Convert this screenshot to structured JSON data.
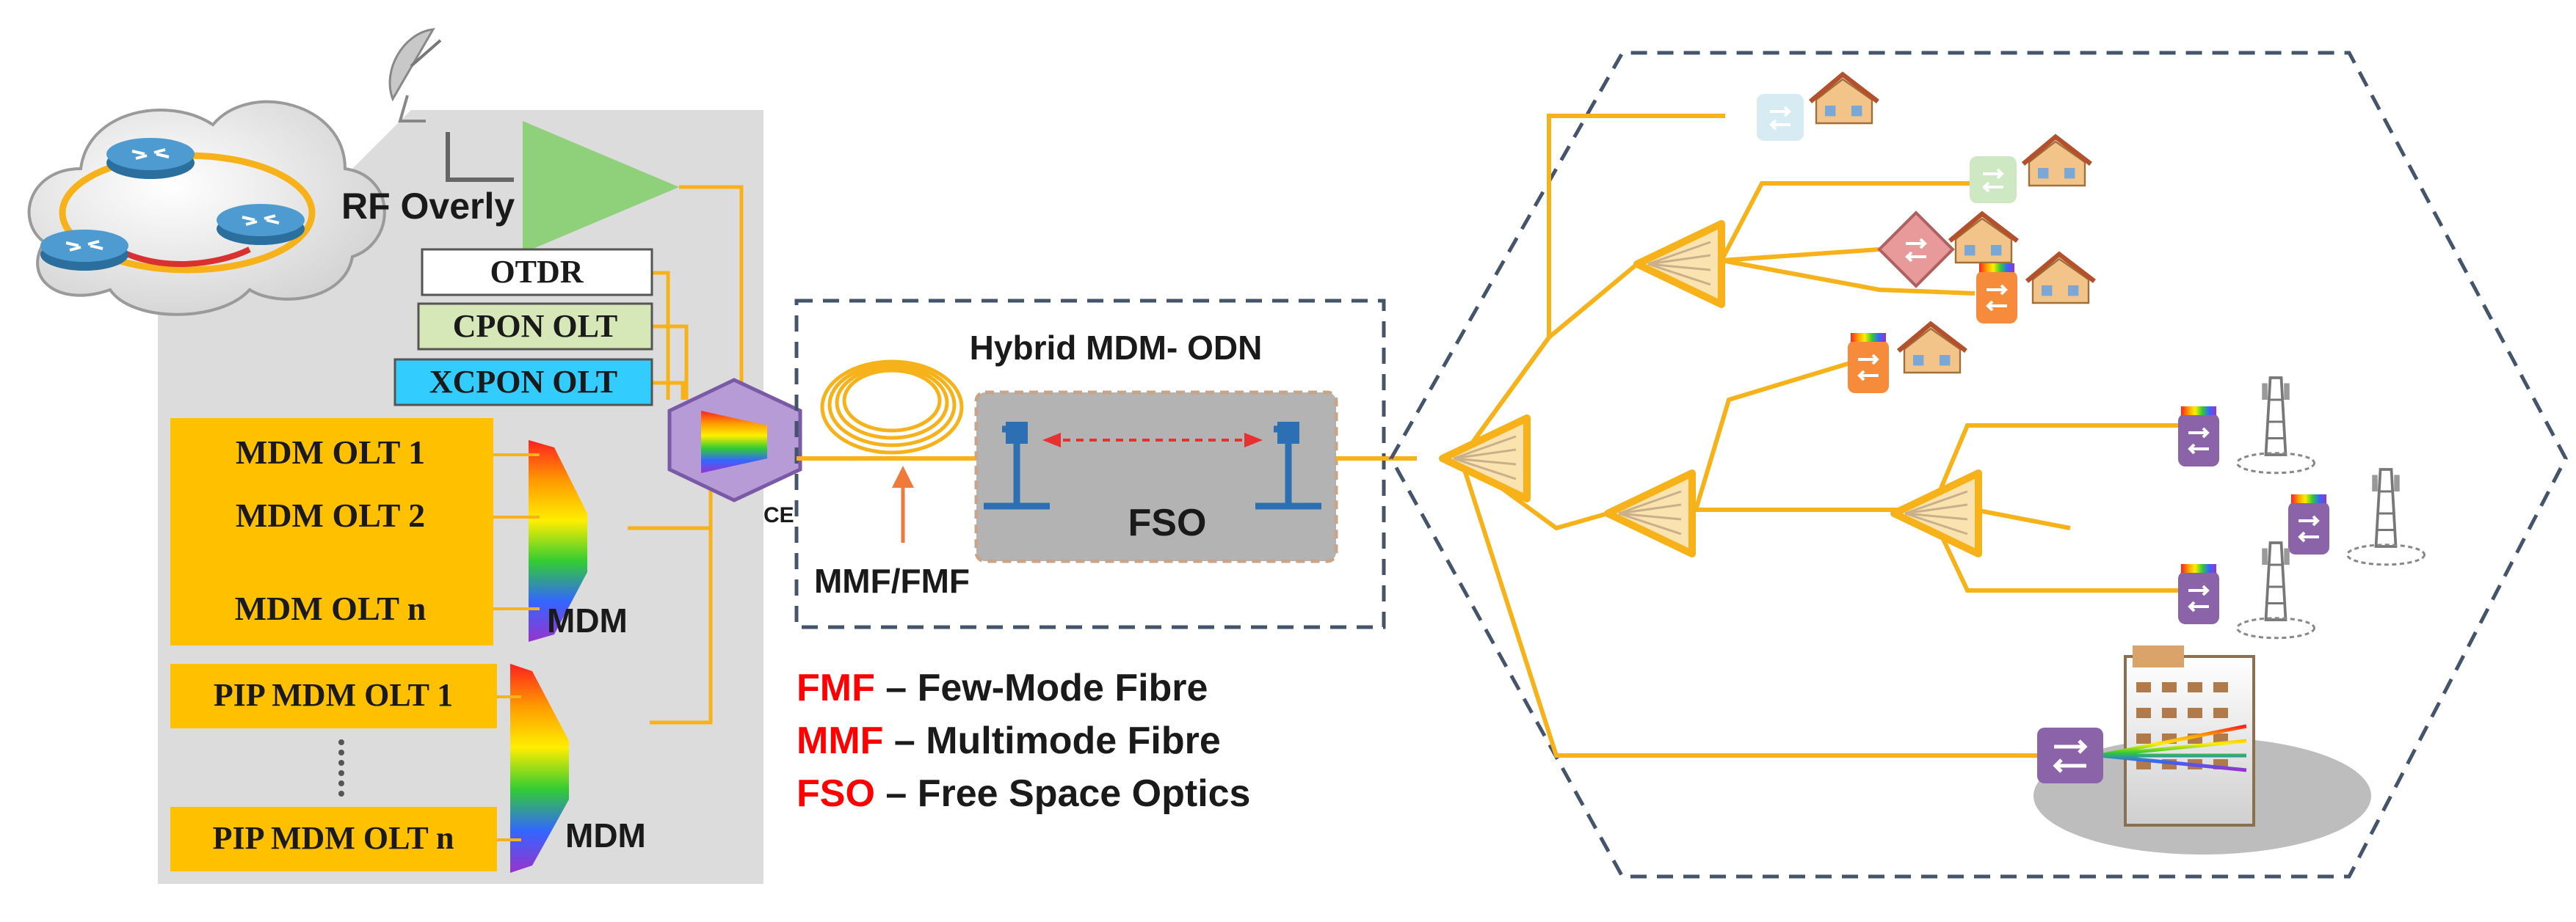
{
  "central_office": {
    "rf_overlay_label": "RF Overly",
    "otdr_label": "OTDR",
    "cpon_olt_label": "CPON OLT",
    "xcpon_olt_label": "XCPON OLT",
    "mdm_olts": [
      "MDM OLT 1",
      "MDM OLT 2",
      "MDM OLT n"
    ],
    "pip_mdm_olts": [
      "PIP MDM OLT 1",
      "PIP MDM OLT n"
    ],
    "mdm_label_1": "MDM",
    "mdm_label_2": "MDM",
    "ce_label": "CE"
  },
  "odn": {
    "title": "Hybrid MDM- ODN",
    "fiber_label": "MMF/FMF",
    "fso_label": "FSO"
  },
  "legend": [
    {
      "abbr": "FMF",
      "text": " – Few-Mode Fibre"
    },
    {
      "abbr": "MMF",
      "text": " – Multimode Fibre"
    },
    {
      "abbr": "FSO",
      "text": " – Free Space Optics"
    }
  ],
  "colors": {
    "fiber": "#f7b21a",
    "olt_box": "#ffc000",
    "otdr_box": "#ffffff",
    "cpon_box": "#d6e8b8",
    "xcpon_box": "#33ccff",
    "legend_abbr": "#ff0000",
    "dashed_border": "#44546a",
    "rf_amp": "#8fd07a",
    "building_panel": "#dedede"
  }
}
